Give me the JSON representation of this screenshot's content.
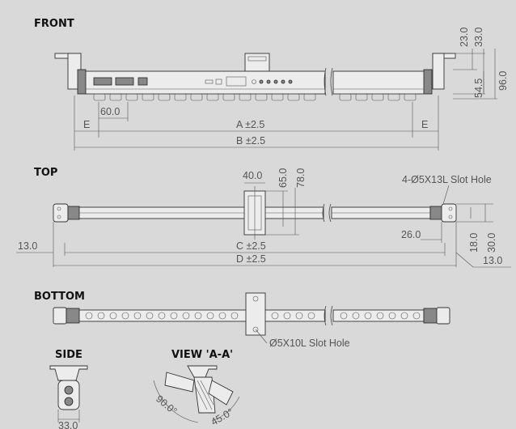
{
  "views": {
    "front": "FRONT",
    "top": "TOP",
    "bottom": "BOTTOM",
    "side": "SIDE",
    "view_aa": "VIEW 'A-A'"
  },
  "front_dims": {
    "pitch": "60.0",
    "e_left": "E",
    "e_right": "E",
    "a": "A ±2.5",
    "b": "B ±2.5",
    "h23": "23.0",
    "h33": "33.0",
    "h54": "54.5",
    "h96": "96.0"
  },
  "top_dims": {
    "w40": "40.0",
    "h65": "65.0",
    "h78": "78.0",
    "slot_note": "4-Ø5X13L Slot Hole",
    "w26": "26.0",
    "h18": "18.0",
    "h30": "30.0",
    "left13": "13.0",
    "right13": "13.0",
    "c": "C ±2.5",
    "d": "D ±2.5"
  },
  "bottom_dims": {
    "slot_note": "Ø5X10L Slot Hole"
  },
  "side_dims": {
    "w33": "33.0"
  },
  "view_aa_dims": {
    "a90": "90.0°",
    "a45": "45.0°"
  }
}
